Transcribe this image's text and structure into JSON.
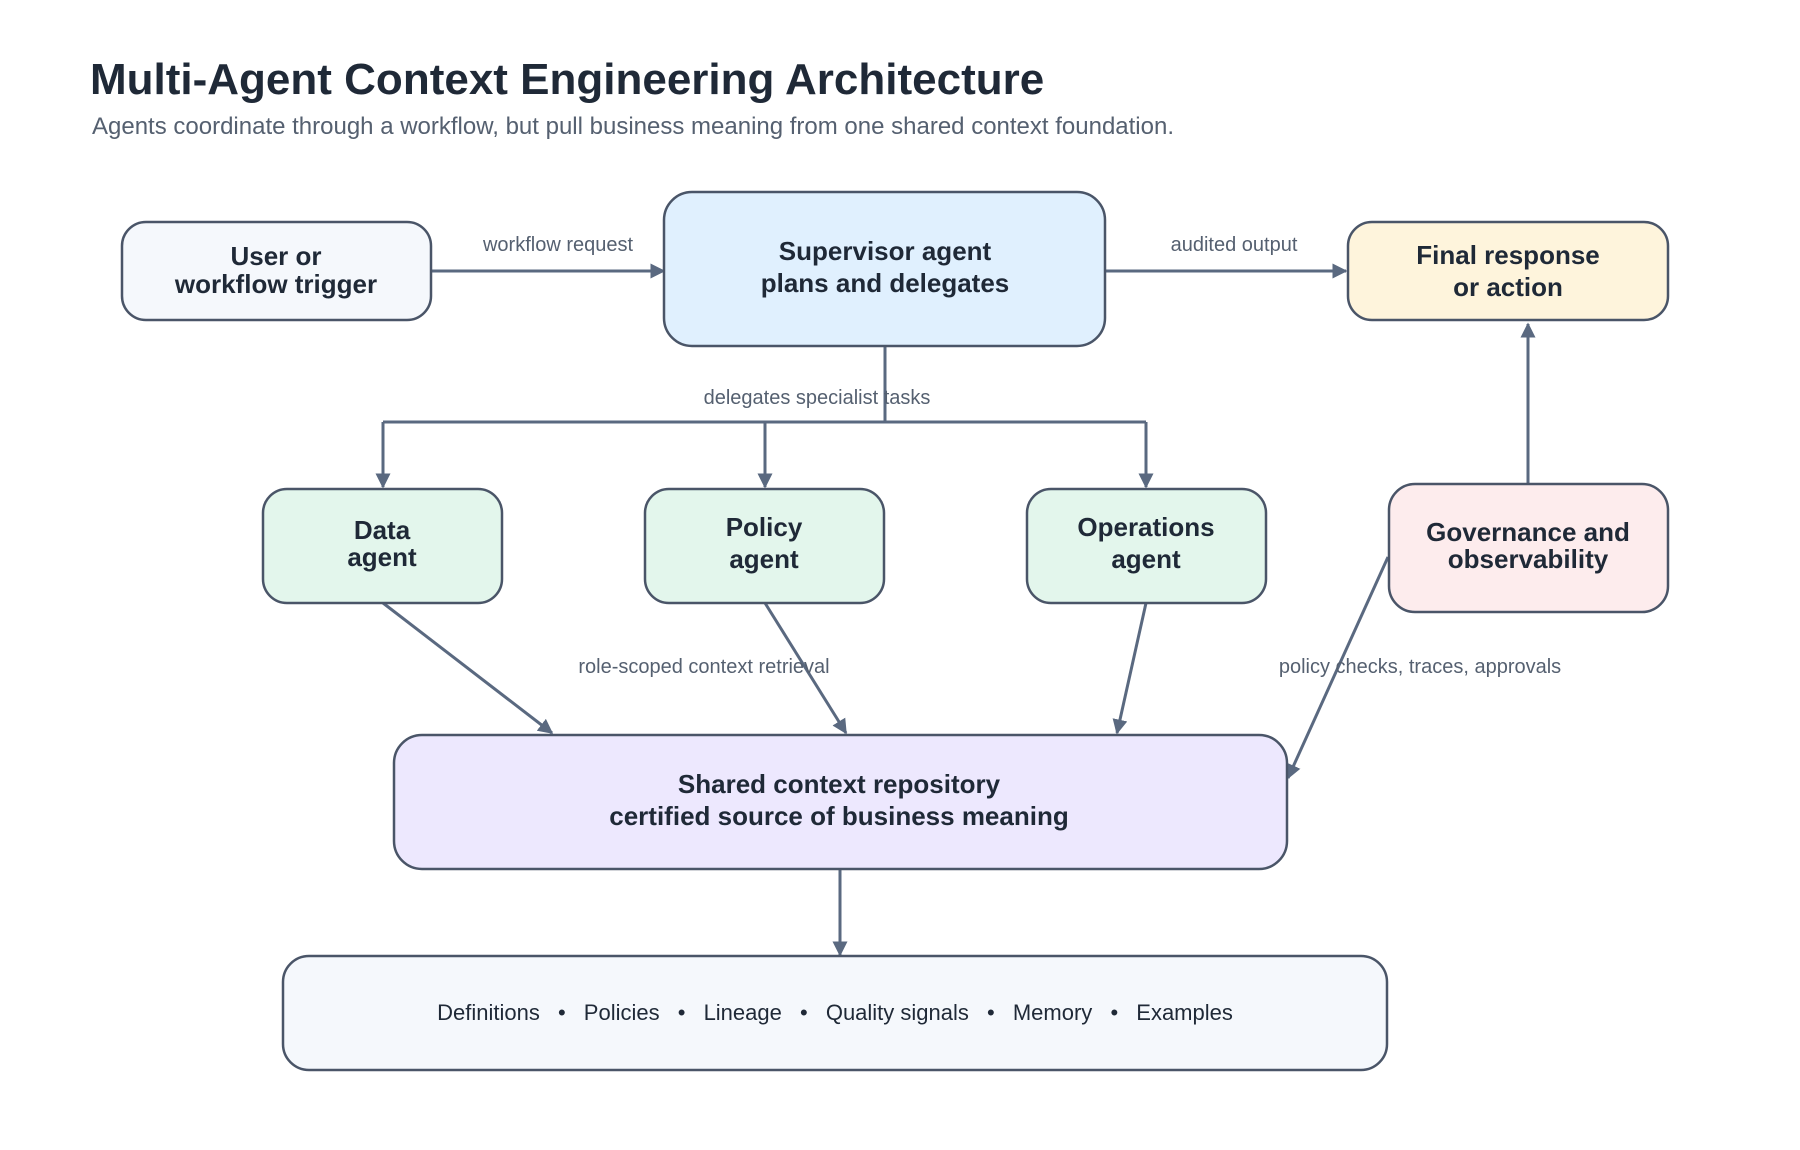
{
  "header": {
    "title": "Multi-Agent Context Engineering Architecture",
    "subtitle": "Agents coordinate through a workflow, but pull business meaning from one shared context foundation."
  },
  "colors": {
    "stroke": "#4a5568",
    "edge": "#5a6980",
    "trigger_fill": "#f5f8fc",
    "supervisor_fill": "#e0f0fe",
    "output_fill": "#fef4dc",
    "agent_fill": "#e3f6ec",
    "governance_fill": "#fdeced",
    "repository_fill": "#ede8fe",
    "strip_fill": "#f5f8fc"
  },
  "nodes": {
    "trigger": {
      "line1": "User or",
      "line2": "workflow trigger"
    },
    "supervisor": {
      "line1": "Supervisor agent",
      "line2": "plans and delegates"
    },
    "output": {
      "line1": "Final response",
      "line2": "or action"
    },
    "data_agent": {
      "line1": "Data",
      "line2": "agent"
    },
    "policy_agent": {
      "line1": "Policy",
      "line2": "agent"
    },
    "ops_agent": {
      "line1": "Operations",
      "line2": "agent"
    },
    "governance": {
      "line1": "Governance and",
      "line2": "observability"
    },
    "repository": {
      "line1": "Shared context repository",
      "line2": "certified source of business meaning"
    }
  },
  "context_strip": {
    "items": [
      "Definitions",
      "Policies",
      "Lineage",
      "Quality signals",
      "Memory",
      "Examples"
    ],
    "separator": "•"
  },
  "edges": {
    "workflow_request": "workflow request",
    "audited_output": "audited output",
    "delegates": "delegates specialist tasks",
    "retrieval": "role-scoped context retrieval",
    "governance_checks": "policy checks, traces, approvals"
  }
}
